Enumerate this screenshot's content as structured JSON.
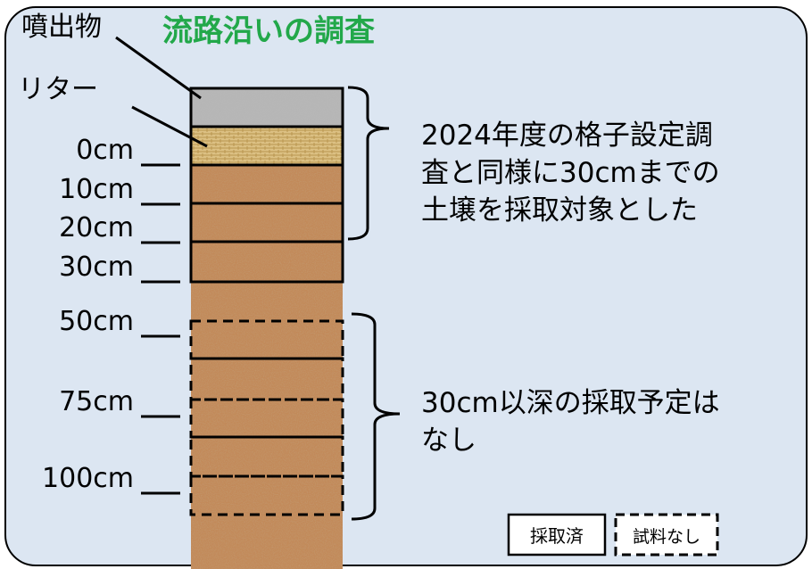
{
  "title": "流路沿いの調査",
  "labels": {
    "ejecta": "噴出物",
    "litter": "リター"
  },
  "depths": [
    "0cm",
    "10cm",
    "20cm",
    "30cm",
    "50cm",
    "75cm",
    "100cm"
  ],
  "annotations": {
    "sampled_note": [
      "2024年度の格子設定調",
      "査と同様に30cmまでの",
      "土壌を採取対象とした"
    ],
    "unsampled_note": [
      "30cm以深の採取予定は",
      "なし"
    ]
  },
  "legend": {
    "sampled": "採取済",
    "no_sample": "試料なし"
  },
  "colors": {
    "title": "#22a84a",
    "panel_bg": "#dce6f2",
    "soil": "#c28a5a",
    "litter": "#dcc083",
    "ejecta": "#b7b7b7"
  }
}
